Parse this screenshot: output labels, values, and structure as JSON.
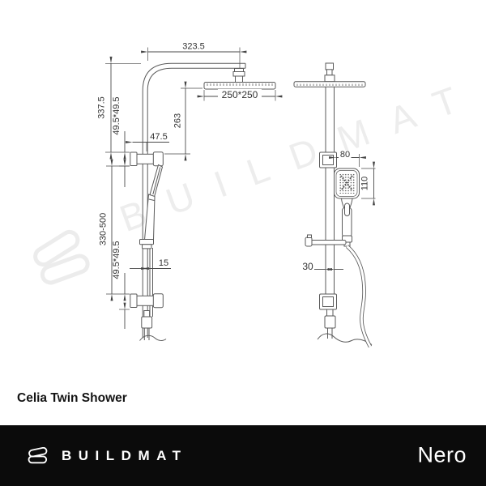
{
  "page": {
    "title": "Celia Twin Shower"
  },
  "watermark": {
    "text": "BUILDMAT",
    "color": "#ededed"
  },
  "footer": {
    "brand": "BUILDMAT",
    "sub_brand": "Nero",
    "bg_color": "#0b0b0b",
    "text_color": "#ffffff"
  },
  "drawing": {
    "line_color": "#5a5a5a",
    "front_view": {
      "dim_arm_reach": "323.5",
      "dim_overhead_size": "250*250",
      "dim_top_to_bracket": "337.5",
      "dim_upper_bracket": "49.5*49.5",
      "dim_head_clearance": "263",
      "dim_bracket_depth": "47.5",
      "dim_adjustable_rail": "330-500",
      "dim_lower_bracket": "49.5*49.5",
      "dim_rail_width": "15"
    },
    "side_view": {
      "dim_handpiece_width": "80",
      "dim_handpiece_height": "110",
      "dim_rail_depth": "30"
    }
  }
}
